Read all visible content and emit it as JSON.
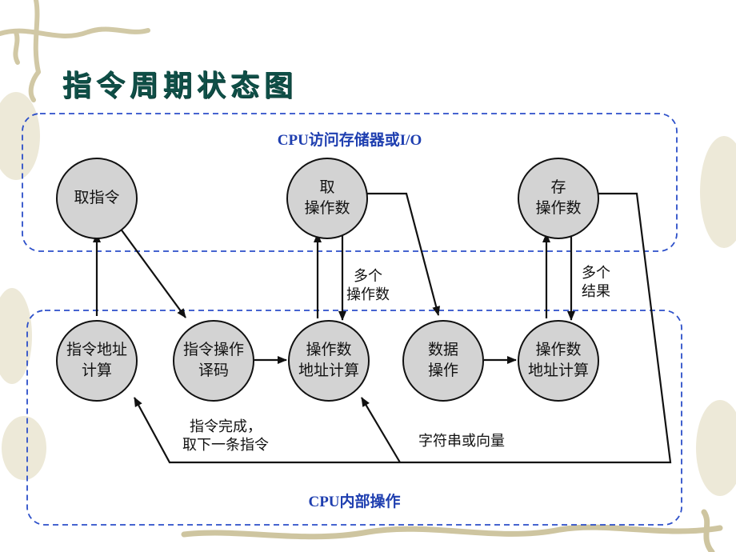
{
  "title": "指令周期状态图",
  "regions": {
    "memory_io": "CPU访问存储器或I/O",
    "internal": "CPU内部操作"
  },
  "nodes": {
    "fetch_instruction": [
      "取指令"
    ],
    "fetch_operand": [
      "取",
      "操作数"
    ],
    "store_operand": [
      "存",
      "操作数"
    ],
    "instruction_address_calc": [
      "指令地址",
      "计算"
    ],
    "instruction_decode": [
      "指令操作",
      "译码"
    ],
    "operand_address_calc_1": [
      "操作数",
      "地址计算"
    ],
    "data_operation": [
      "数据",
      "操作"
    ],
    "operand_address_calc_2": [
      "操作数",
      "地址计算"
    ]
  },
  "annotations": {
    "multiple_operands": [
      "多个",
      "操作数"
    ],
    "multiple_results": [
      "多个",
      "结果"
    ],
    "instruction_complete": [
      "指令完成，",
      "取下一条指令"
    ],
    "string_or_vector": "字符串或向量"
  },
  "colors": {
    "title": "#0f4f47",
    "region_border": "#2c4fc9",
    "region_label": "#1f3fb0",
    "node_fill": "#d3d3d3"
  }
}
